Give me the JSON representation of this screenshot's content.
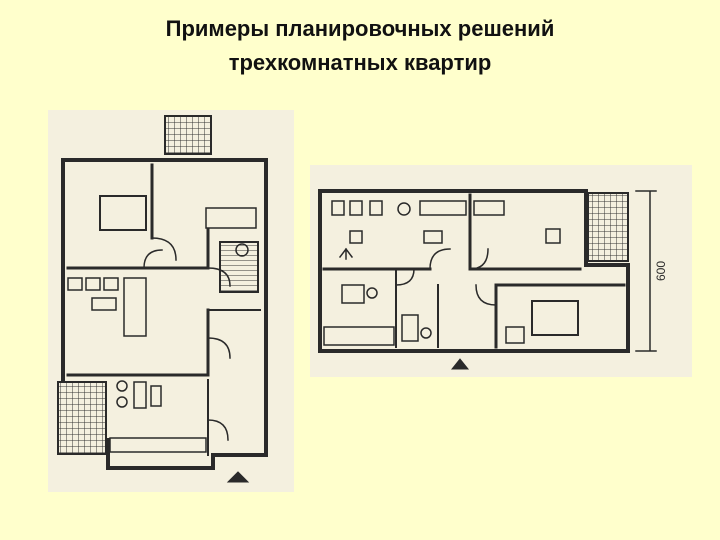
{
  "slide": {
    "title_line1": "Примеры планировочных решений",
    "title_line2": "трехкомнатных квартир"
  },
  "plans": [
    {
      "id": "plan-left",
      "kind": "floor-plan"
    },
    {
      "id": "plan-right",
      "kind": "floor-plan",
      "dimension_label": "600"
    }
  ],
  "colors": {
    "background": "#ffffcc",
    "plan_paper": "#f4f0df",
    "ink": "#2a2a2a"
  }
}
